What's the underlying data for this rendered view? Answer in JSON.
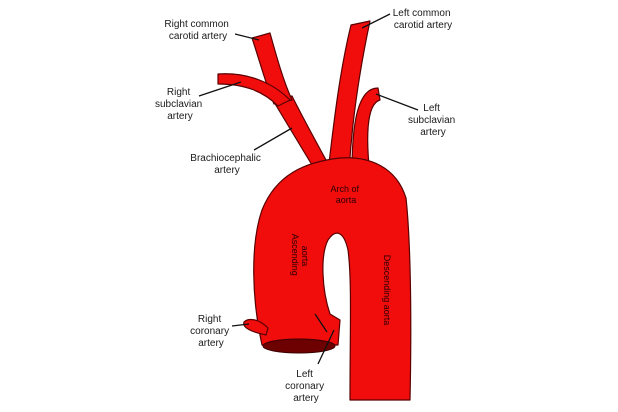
{
  "colors": {
    "artery": "#f20d0d",
    "outline": "#5a0000",
    "label": "#1a1a1a"
  },
  "labels": {
    "right_common_carotid": [
      "Right common",
      "carotid artery"
    ],
    "left_common_carotid": [
      "Left common",
      "carotid artery"
    ],
    "right_subclavian": [
      "Right",
      "subclavian",
      "artery"
    ],
    "left_subclavian": [
      "Left",
      "subclavian",
      "artery"
    ],
    "brachiocephalic": [
      "Brachiocephalic",
      "artery"
    ],
    "arch_of_aorta": [
      "Arch of",
      "aorta"
    ],
    "ascending_aorta": [
      "Ascending",
      "aorta"
    ],
    "descending_aorta": "Descending aorta",
    "right_coronary": [
      "Right",
      "coronary",
      "artery"
    ],
    "left_coronary": [
      "Left",
      "coronary",
      "artery"
    ]
  }
}
